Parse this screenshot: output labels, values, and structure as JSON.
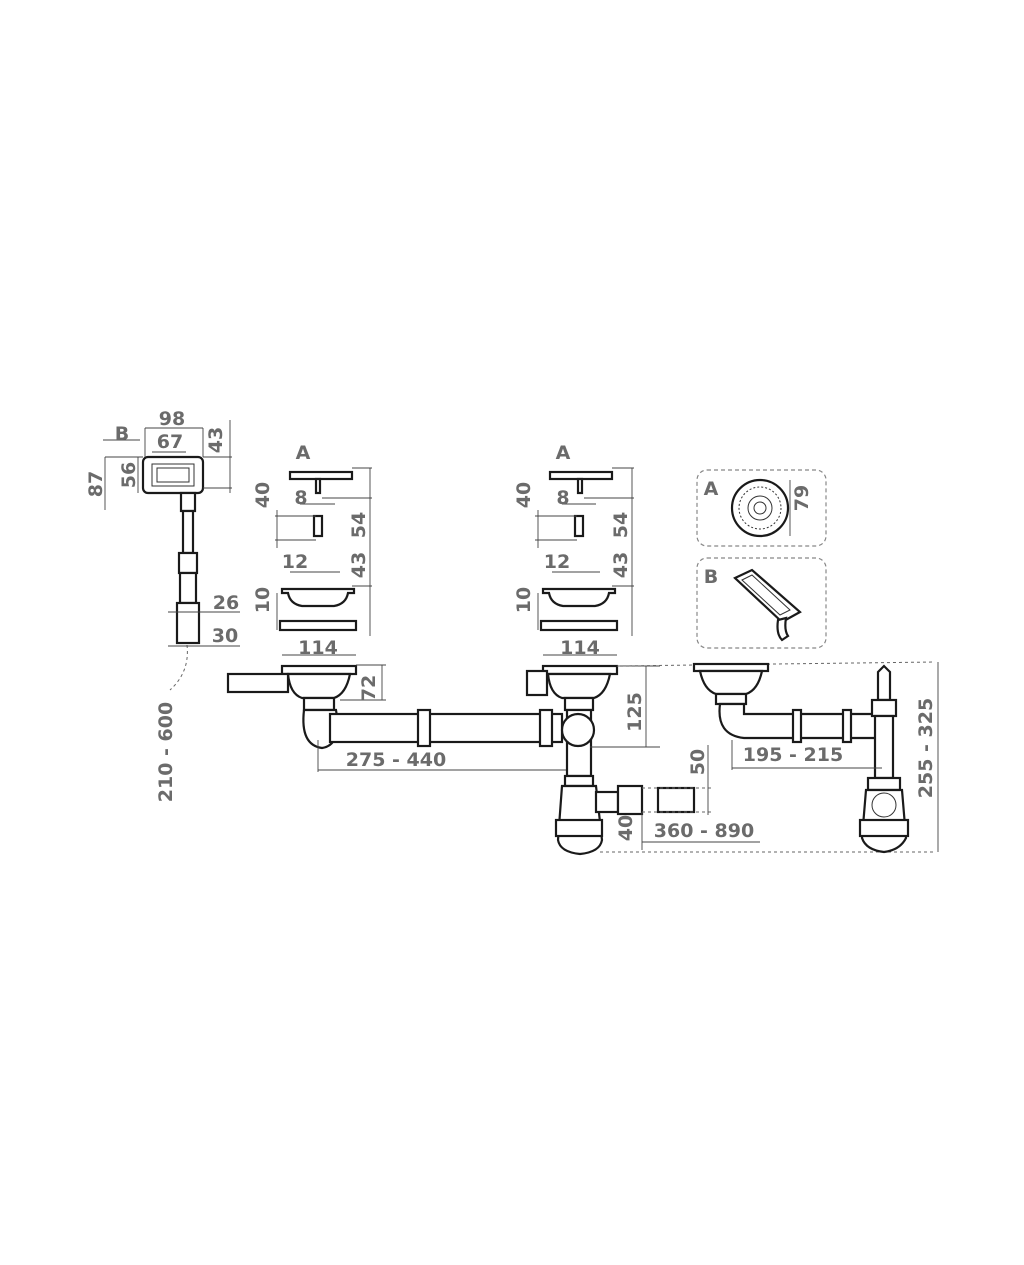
{
  "overflow": {
    "callout": "B",
    "width_outer": "98",
    "width_inner": "67",
    "depth": "43",
    "height_inner": "56",
    "height_outer": "87",
    "hose_inner": "26",
    "hose_outer": "30",
    "hose_length": "210 - 600"
  },
  "left_drain": {
    "callout": "A",
    "stem_height": "40",
    "stem_dia": "8",
    "upper_height": "54",
    "screw_dia": "12",
    "lower_height": "43",
    "strainer_height": "10",
    "diameter": "114",
    "body_height": "72",
    "connector_length": "275 - 440"
  },
  "middle_drain": {
    "callout": "A",
    "stem_height": "40",
    "stem_dia": "8",
    "upper_height": "54",
    "screw_dia": "12",
    "lower_height": "43",
    "strainer_height": "10",
    "diameter": "114",
    "trap_height": "125",
    "adapter_dia_outer": "50",
    "adapter_dia_inner": "40",
    "outlet_length": "360 - 890"
  },
  "inset_a": {
    "callout": "A",
    "diameter": "79"
  },
  "inset_b": {
    "callout": "B"
  },
  "right_variant": {
    "pipe_length": "195 - 215",
    "total_height": "255 - 325"
  }
}
